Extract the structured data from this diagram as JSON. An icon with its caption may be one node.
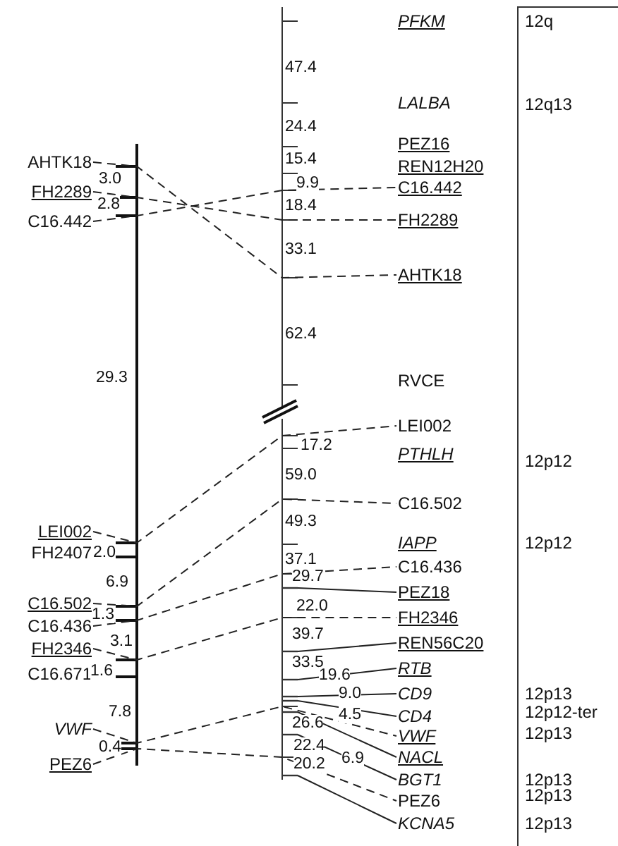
{
  "diagram": {
    "nodes": [
      {
        "text": [
          "AHTK18"
        ]
      },
      {
        "text": [
          "FH2289"
        ]
      },
      {
        "text": [
          "C16.442"
        ]
      },
      {
        "text": [
          "LEI002"
        ]
      },
      {
        "text": [
          "FH2407"
        ]
      },
      {
        "text": [
          "C16.502"
        ]
      },
      {
        "text": [
          "C16.436"
        ]
      },
      {
        "text": [
          "FH2346"
        ]
      },
      {
        "text": [
          "C16.671"
        ]
      },
      {
        "text": [
          "VWF"
        ]
      },
      {
        "text": [
          "PEZ6"
        ]
      },
      {
        "text": [
          "PFKM"
        ]
      },
      {
        "text": [
          "LALBA"
        ]
      },
      {
        "text": [
          "PEZ16"
        ]
      },
      {
        "text": [
          "REN12H20"
        ]
      },
      {
        "text": [
          "C16.442"
        ]
      },
      {
        "text": [
          "FH2289"
        ]
      },
      {
        "text": [
          "AHTK18"
        ]
      },
      {
        "text": [
          "RVCE"
        ]
      },
      {
        "text": [
          "LEI002"
        ]
      },
      {
        "text": [
          "PTHLH"
        ]
      },
      {
        "text": [
          "C16.502"
        ]
      },
      {
        "text": [
          "IAPP"
        ]
      },
      {
        "text": [
          "C16.436"
        ]
      },
      {
        "text": [
          "PEZ18"
        ]
      },
      {
        "text": [
          "FH2346"
        ]
      },
      {
        "text": [
          "REN56C20"
        ]
      },
      {
        "text": [
          "RTB"
        ]
      },
      {
        "text": [
          "CD9"
        ]
      },
      {
        "text": [
          "CD4"
        ]
      },
      {
        "text": [
          "VWF"
        ]
      },
      {
        "text": [
          "NACL"
        ]
      },
      {
        "text": [
          "BGT1"
        ]
      },
      {
        "text": [
          "PEZ6"
        ]
      },
      {
        "text": [
          "KCNA5"
        ]
      },
      {
        "text": [],
        "shape": "bar"
      },
      {
        "text": [],
        "shape": "bar"
      },
      {
        "text": [],
        "shape": "bar"
      },
      {
        "text": [],
        "shape": "bar"
      },
      {
        "text": [],
        "shape": "bar"
      },
      {
        "text": [],
        "shape": "bar"
      },
      {
        "text": [],
        "shape": "bar"
      },
      {
        "text": [],
        "shape": "bar"
      }
    ],
    "edges": [
      {
        "from": 0,
        "to": 17,
        "arrow": "none",
        "style": "dashed"
      },
      {
        "from": 1,
        "to": 16,
        "arrow": "none",
        "style": "dashed"
      },
      {
        "from": 2,
        "to": 15,
        "arrow": "none",
        "style": "dashed"
      },
      {
        "from": 3,
        "to": 19,
        "arrow": "none",
        "style": "dashed"
      },
      {
        "from": 5,
        "to": 21,
        "arrow": "none",
        "style": "dashed"
      },
      {
        "from": 6,
        "to": 23,
        "arrow": "none",
        "style": "dashed"
      },
      {
        "from": 7,
        "to": 25,
        "arrow": "none",
        "style": "dashed"
      },
      {
        "from": 9,
        "to": 30,
        "arrow": "none",
        "style": "dashed"
      },
      {
        "from": 10,
        "to": 33,
        "arrow": "none",
        "style": "dashed"
      },
      {
        "from": 24,
        "to": 35,
        "arrow": "none"
      },
      {
        "from": 26,
        "to": 36,
        "arrow": "none"
      },
      {
        "from": 27,
        "to": 37,
        "arrow": "none"
      },
      {
        "from": 28,
        "to": 38,
        "arrow": "none"
      },
      {
        "from": 29,
        "to": 39,
        "arrow": "none"
      },
      {
        "from": 31,
        "to": 40,
        "arrow": "none"
      },
      {
        "from": 32,
        "to": 41,
        "arrow": "none"
      },
      {
        "from": 34,
        "to": 42,
        "arrow": "none"
      }
    ],
    "labels": [
      "3.0",
      "2.8",
      "29.3",
      "2.0",
      "6.9",
      "1.3",
      "3.1",
      "1.6",
      "7.8",
      "0.4",
      "47.4",
      "24.4",
      "15.4",
      "9.9",
      "18.4",
      "33.1",
      "62.4",
      "17.2",
      "59.0",
      "49.3",
      "37.1",
      "29.7",
      "22.0",
      "39.7",
      "33.5",
      "19.6",
      "9.0",
      "4.5",
      "26.6",
      "6.9",
      "22.4",
      "20.2",
      "12q",
      "12q13",
      "12p12",
      "12p12",
      "12p13",
      "12p12-ter",
      "12p13",
      "12p13",
      "12p13",
      "12p13"
    ]
  }
}
